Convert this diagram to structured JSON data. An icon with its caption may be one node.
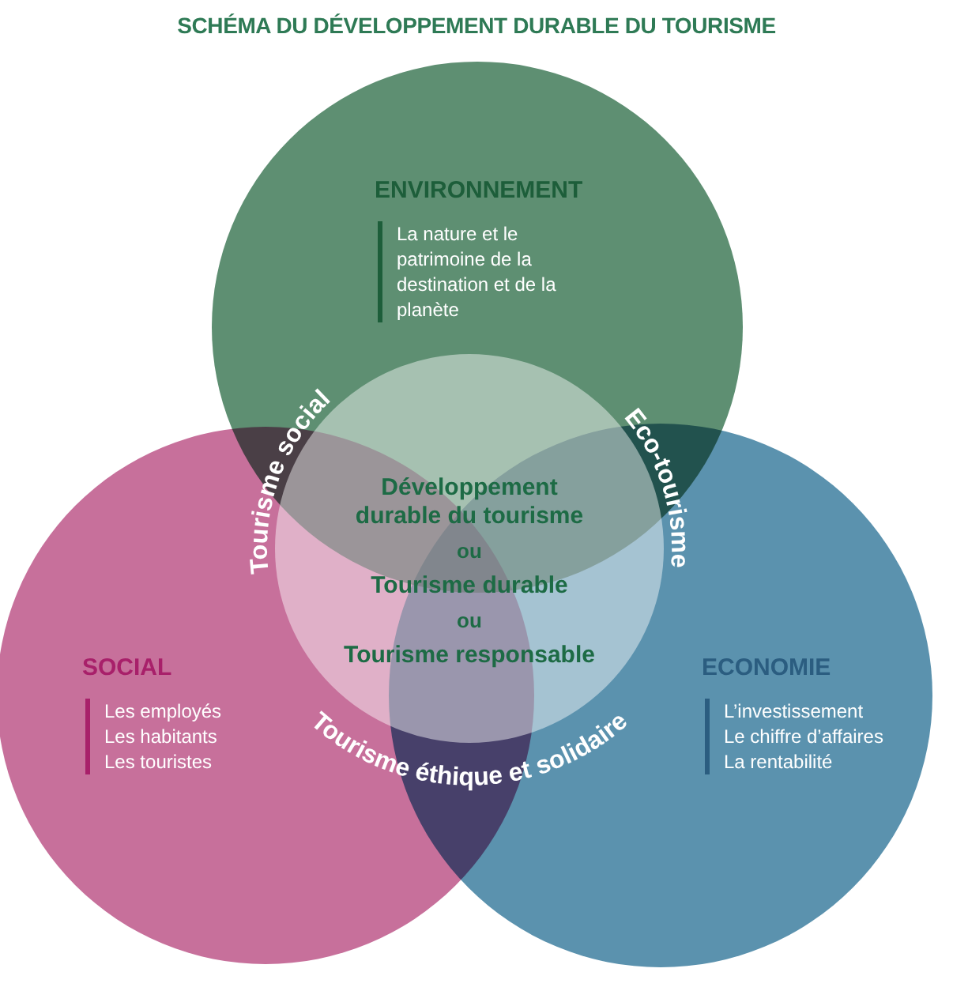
{
  "diagram": {
    "title": "SCHÉMA DU DÉVELOPPEMENT DURABLE DU TOURISME",
    "nodes": [
      {
        "text": [
          "ENVIRONNEMENT",
          "La nature et le patrimoine de la destination et de la planète"
        ]
      },
      {
        "text": [
          "SOCIAL",
          "Les employés",
          "Les habitants",
          "Les touristes"
        ]
      },
      {
        "text": [
          "ECONOMIE",
          "L’investissement",
          "Le chiffre d’affaires",
          "La rentabilité"
        ]
      },
      {
        "text": [
          "Développement durable du tourisme",
          "ou",
          "Tourisme durable",
          "ou",
          "Tourisme responsable"
        ]
      }
    ],
    "labels": [
      "Tourisme social",
      "Eco-tourisme",
      "Tourisme éthique et solidaire"
    ]
  }
}
